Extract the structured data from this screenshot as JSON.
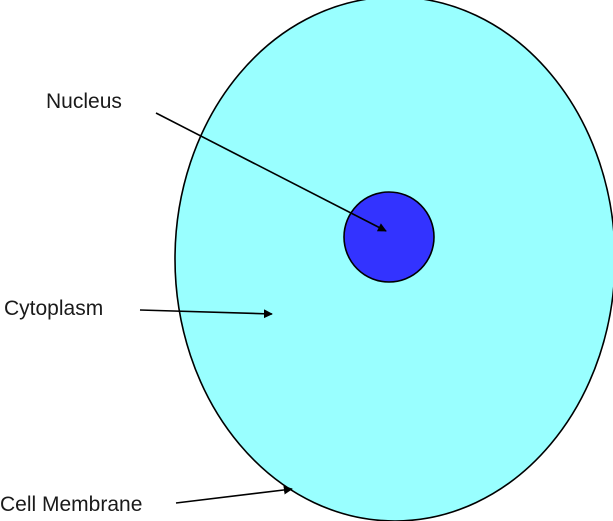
{
  "diagram": {
    "labels": {
      "nucleus": "Nucleus",
      "cytoplasm": "Cytoplasm",
      "cell_membrane": "Cell Membrane"
    },
    "colors": {
      "cytoplasm_fill": "#99FFFF",
      "nucleus_fill": "#3333FF",
      "outline": "#000000",
      "arrow": "#000000"
    }
  }
}
